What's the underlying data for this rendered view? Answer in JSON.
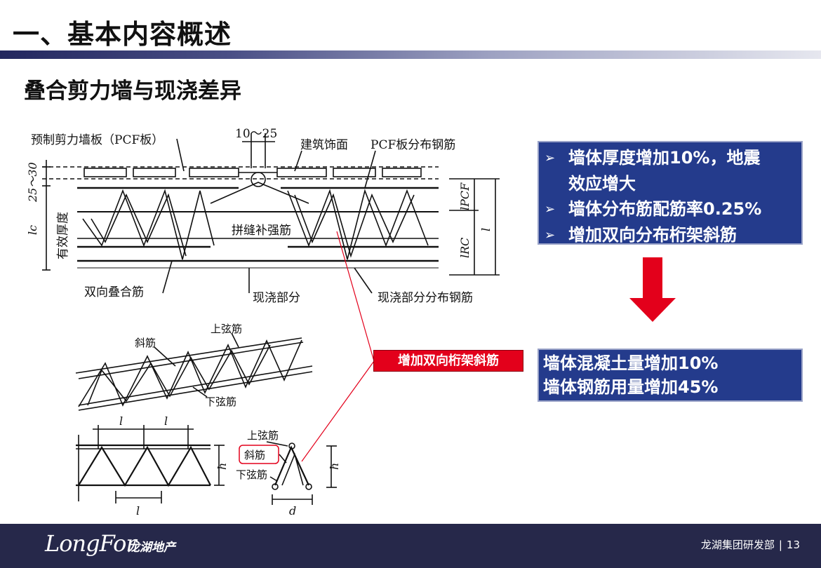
{
  "slide": {
    "title": "一、基本内容概述",
    "subtitle": "叠合剪力墙与现浇差异"
  },
  "diagram": {
    "top_dim": "10～25",
    "label_pcf_panel": "预制剪力墙板（PCF板）",
    "label_facade": "建筑饰面",
    "label_pcf_rebar": "PCF板分布钢筋",
    "label_joint_rebar": "拼缝补强筋",
    "label_twoway": "双向叠合筋",
    "label_cast_part": "现浇部分",
    "label_cast_rebar": "现浇部分分布钢筋",
    "dim_25_30": "25～30",
    "dim_lc": "lc",
    "label_effective": "有效厚度",
    "dim_lpcf": "lPCF",
    "dim_lrc": "lRC",
    "dim_l": "l",
    "truss_top": "上弦筋",
    "truss_diag": "斜筋",
    "truss_bottom": "下弦筋",
    "truss_l1": "l",
    "truss_l2": "l",
    "truss_l3": "l",
    "truss_h1": "h",
    "truss_h2": "h",
    "sect_top": "上弦筋",
    "sect_diag": "斜筋",
    "sect_bottom": "下弦筋",
    "sect_d": "d"
  },
  "callout": {
    "red_label": "增加双向桁架斜筋"
  },
  "box1": {
    "bullet_glyph": "➢",
    "items": [
      "墙体厚度增加10%，地震",
      "效应增大",
      "墙体分布筋配筋率0.25%",
      "增加双向分布桁架斜筋"
    ]
  },
  "box2": {
    "lines": [
      "墙体混凝土量增加10%",
      "墙体钢筋用量增加45%"
    ]
  },
  "footer": {
    "logo_en": "LongFor",
    "logo_cn": "龙湖地产",
    "dept": "龙湖集团研发部",
    "separator": "|",
    "page": "13"
  },
  "colors": {
    "box_blue": "#243b8c",
    "arrow_red": "#e3001b",
    "footer_navy": "#26284a"
  }
}
